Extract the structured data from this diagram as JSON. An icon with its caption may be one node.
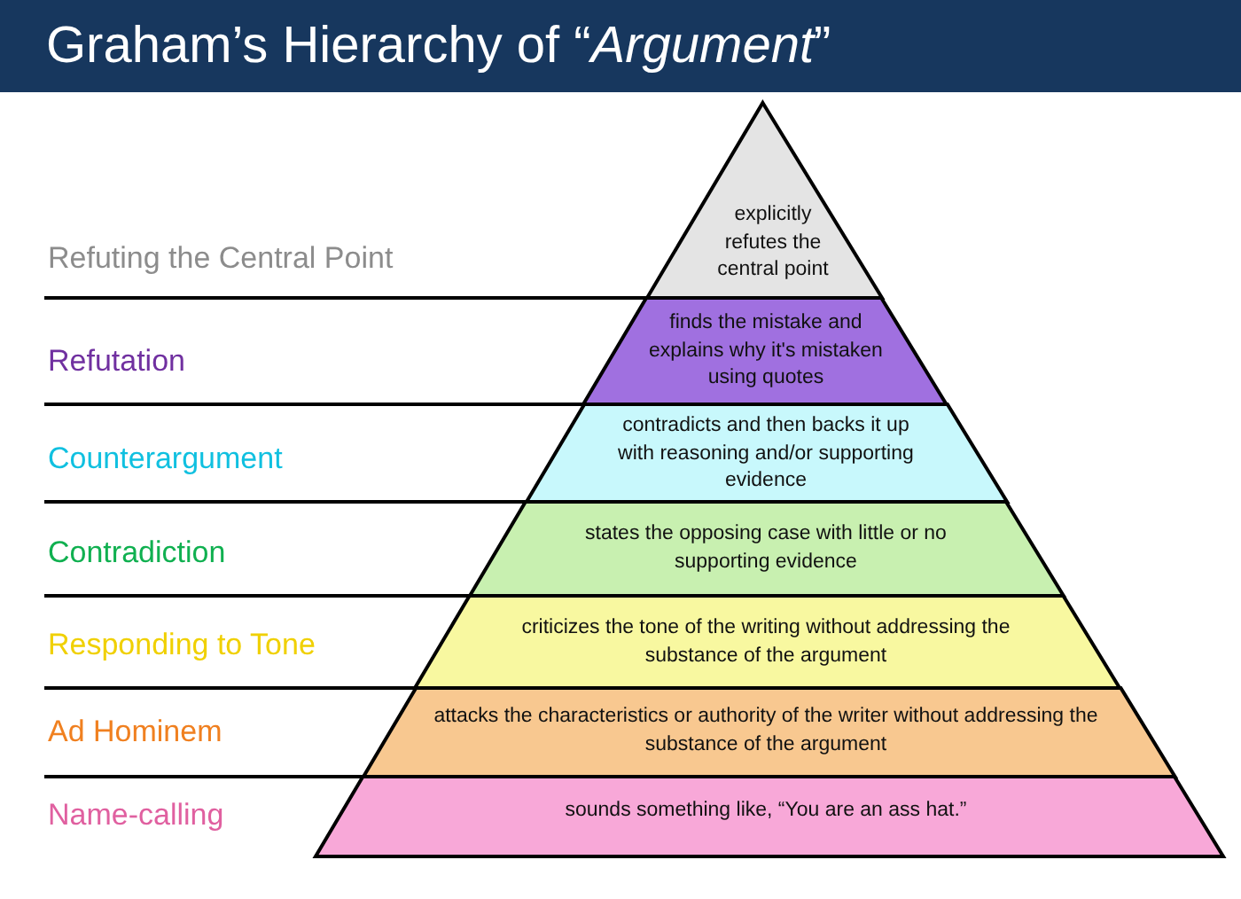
{
  "diagram": {
    "title": "Graham’s Hierarchy of “*Argument*”",
    "nodes": [
      {
        "text": [
          "explicitly refutes the central point"
        ]
      },
      {
        "text": [
          "finds the mistake and explains why it's mistaken using quotes"
        ]
      },
      {
        "text": [
          "contradicts and then backs it up with reasoning and/or supporting evidence"
        ]
      },
      {
        "text": [
          "states the opposing case with little or no supporting evidence"
        ]
      },
      {
        "text": [
          "criticizes the tone of the writing without addressing the substance of the argument"
        ]
      },
      {
        "text": [
          "attacks the characteristics or authority of the writer without addressing the substance of the argument"
        ]
      },
      {
        "text": [
          "sounds something like, “You are an ass hat.”"
        ]
      }
    ],
    "labels": [
      "Refuting the Central Point",
      "Refutation",
      "Counterargument",
      "Contradiction",
      "Responding to Tone",
      "Ad Hominem",
      "Name-calling"
    ]
  }
}
